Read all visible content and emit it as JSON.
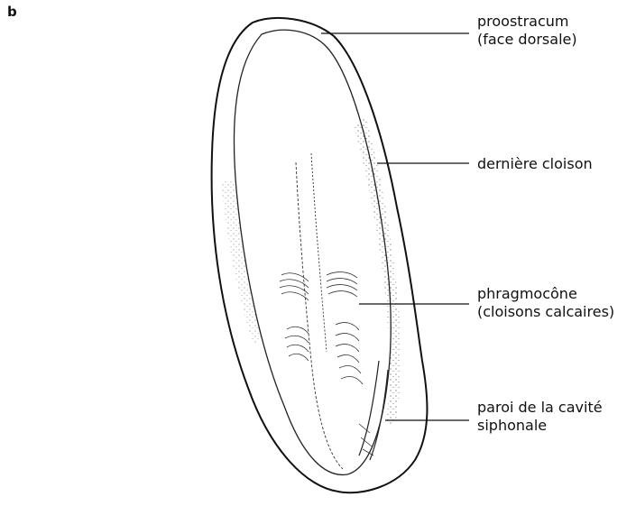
{
  "figure": {
    "panel_letter": "b"
  },
  "labels": {
    "proostracum": {
      "line1": "proostracum",
      "line2": "(face dorsale)"
    },
    "derniere_cloison": {
      "line1": "dernière cloison"
    },
    "phragmocone": {
      "line1": "phragmocône",
      "line2": "(cloisons calcaires)"
    },
    "paroi": {
      "line1": "paroi de la cavité",
      "line2": "siphonale"
    }
  }
}
